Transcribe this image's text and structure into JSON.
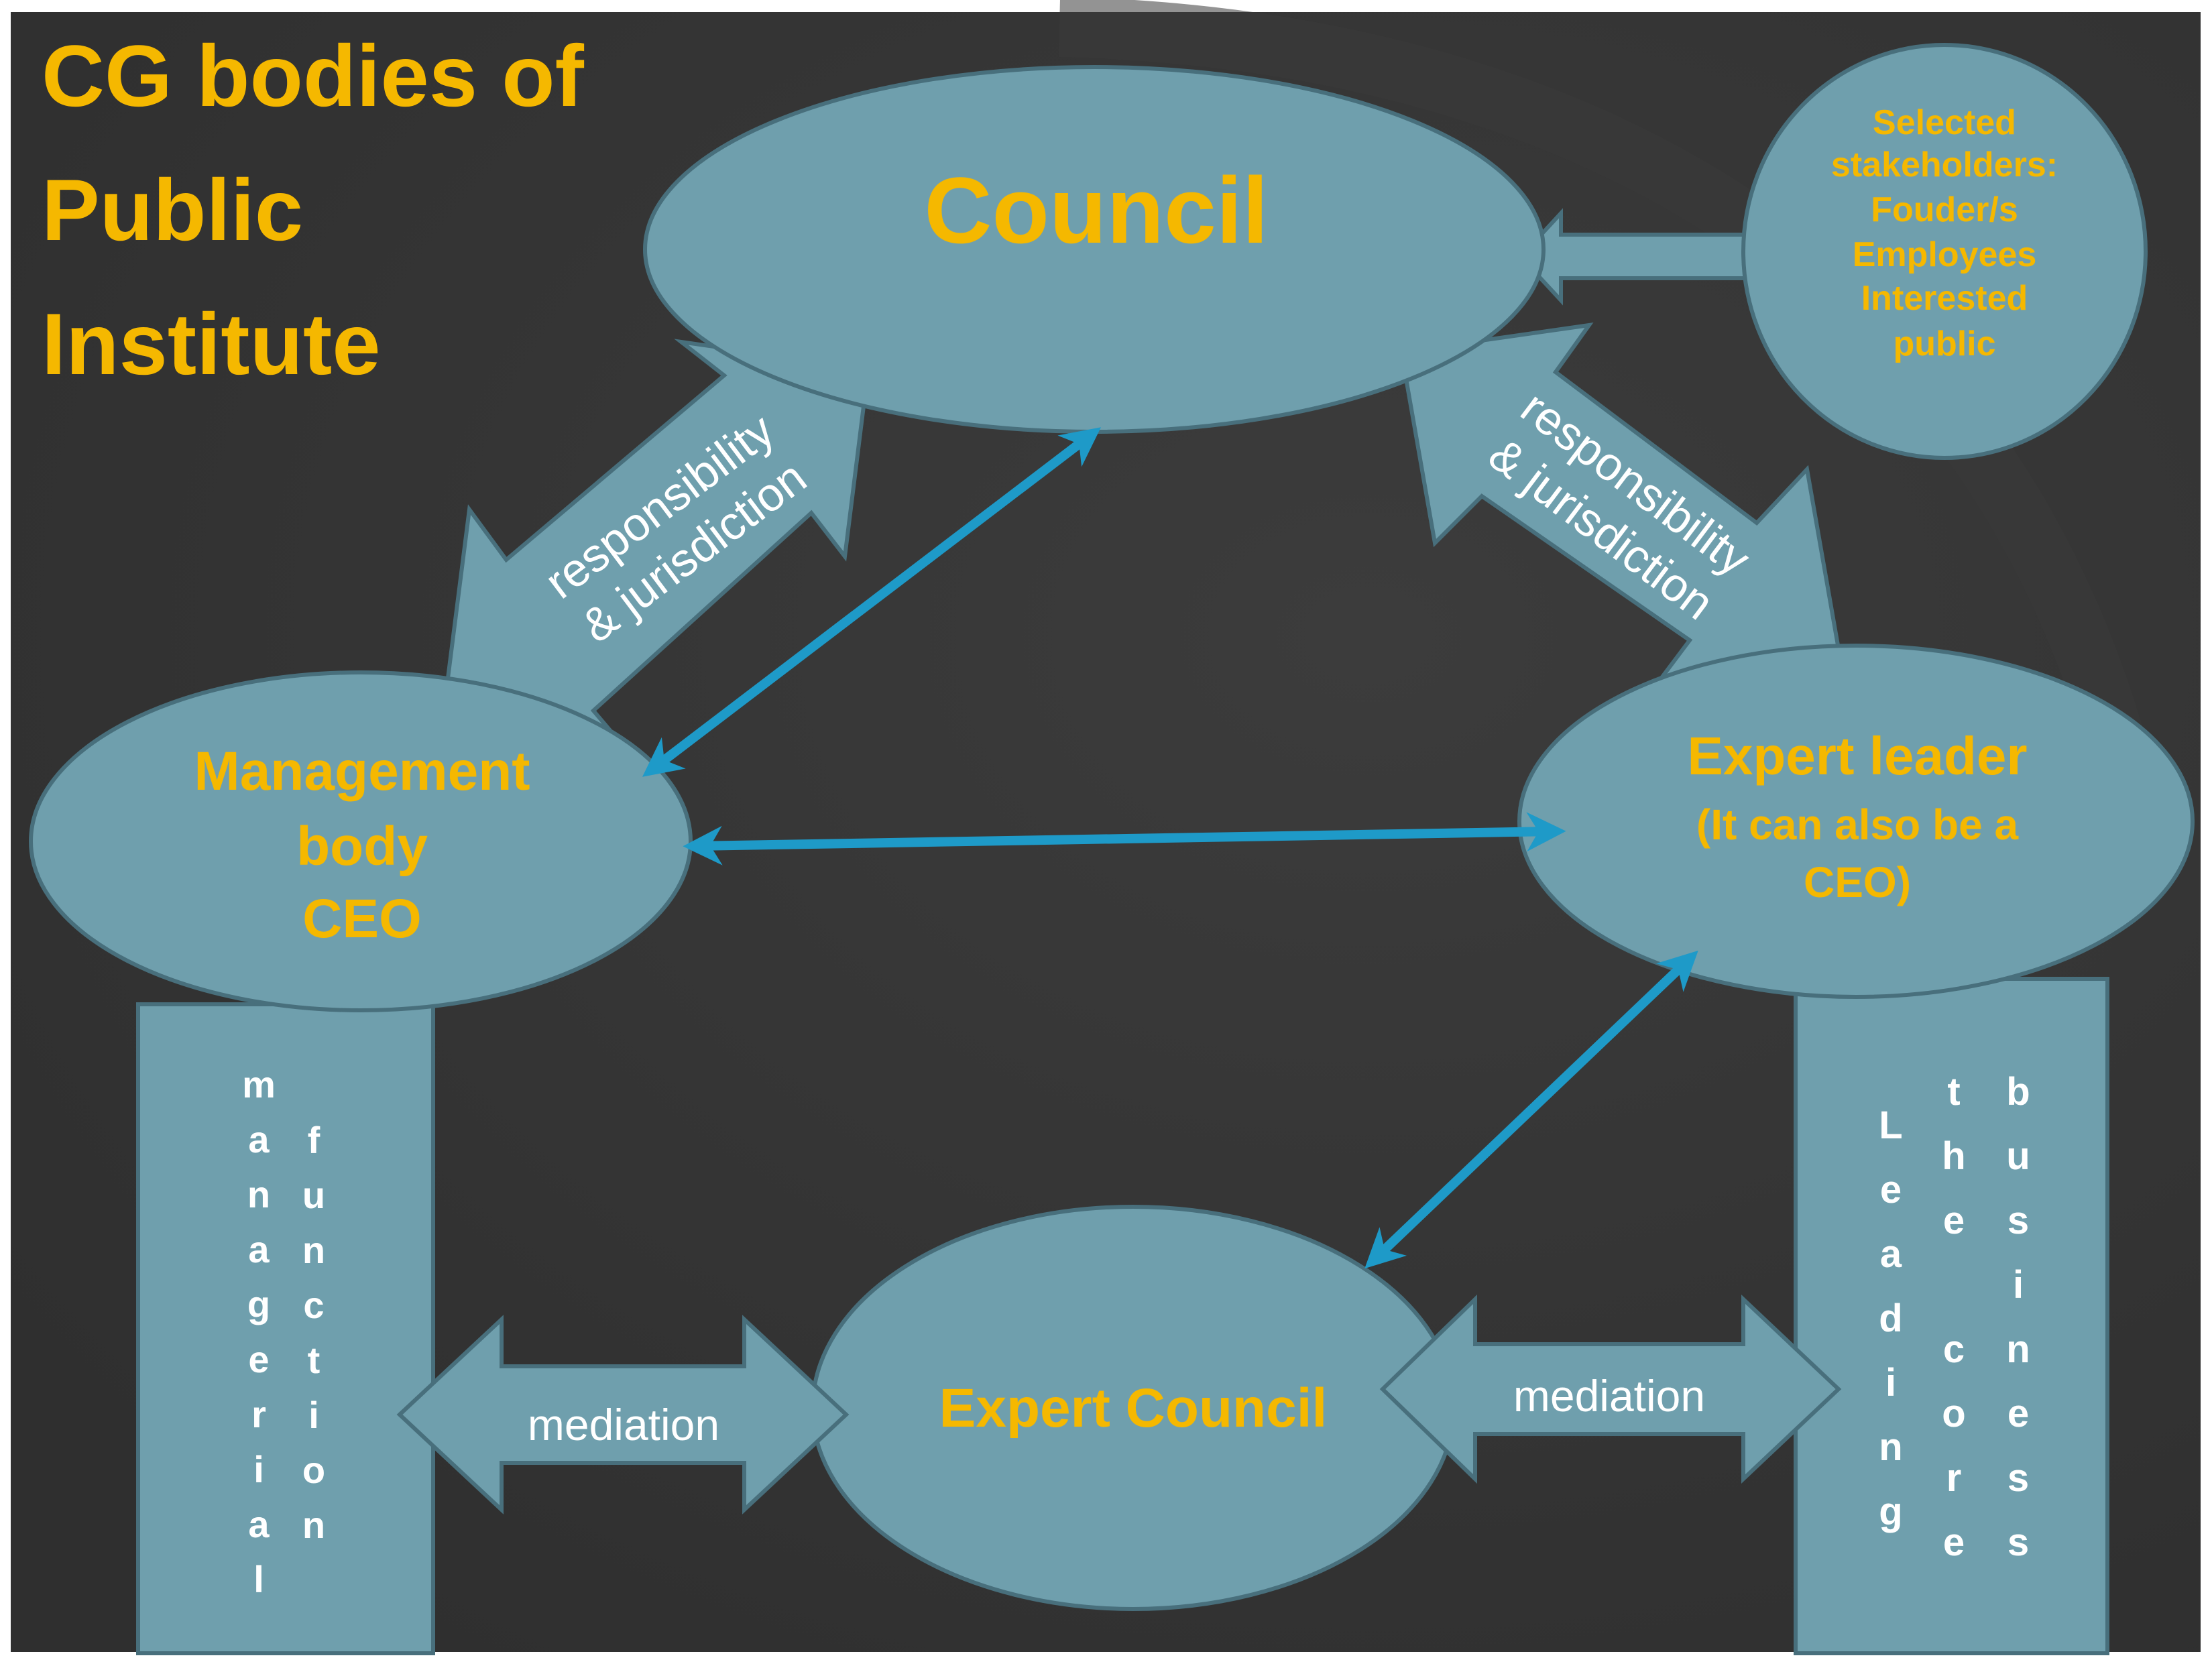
{
  "title": {
    "lines": [
      "CG bodies of",
      "Public",
      "Institute"
    ]
  },
  "nodes": {
    "council": {
      "label": "Council"
    },
    "stakeholders": {
      "lines": [
        "Selected",
        "stakeholders:",
        "Fouder/s",
        "Employees",
        "Interested",
        "public"
      ]
    },
    "management": {
      "lines": [
        "Management",
        "body",
        "CEO"
      ]
    },
    "expert_leader": {
      "lines": [
        "Expert leader",
        "(It can also be a",
        "CEO)"
      ]
    },
    "expert_council": {
      "label": "Expert Council"
    }
  },
  "bars": {
    "left": {
      "columns": [
        "managerial",
        "function"
      ]
    },
    "right": {
      "columns": [
        "Leading",
        "the core",
        "business"
      ]
    }
  },
  "arrows": {
    "resp_left": {
      "lines": [
        "responsibility",
        "& jurisdiction"
      ]
    },
    "resp_right": {
      "lines": [
        "responsibility",
        "& jurisdiction"
      ]
    },
    "mediation_left": {
      "label": "mediation"
    },
    "mediation_right": {
      "label": "mediation"
    }
  },
  "colors": {
    "background": "#333333",
    "shape_fill": "#6f9fad",
    "shape_stroke": "#486f7c",
    "accent_text": "#f5b800",
    "white_text": "#ffffff",
    "connector": "#1e9ac8"
  }
}
